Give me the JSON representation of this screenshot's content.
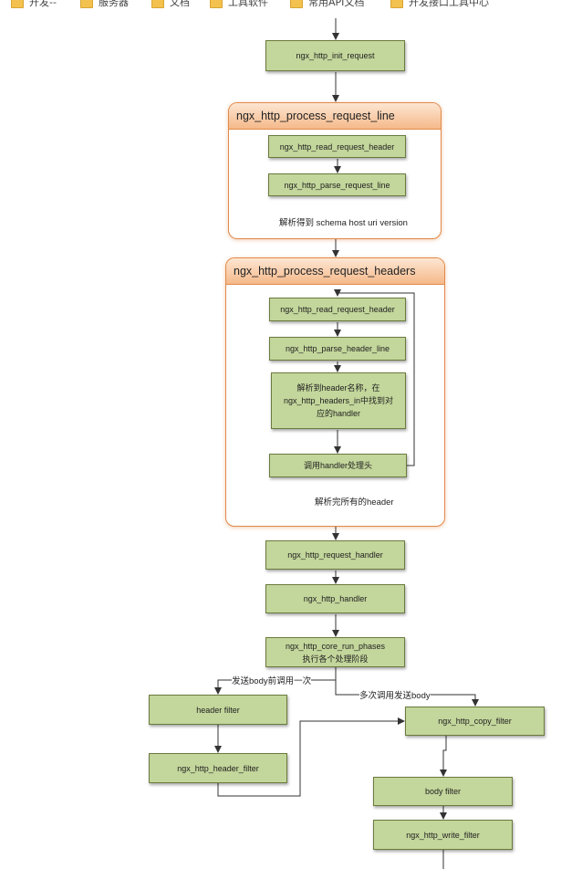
{
  "bookmarks": [
    "开发--",
    "服务器",
    "文档",
    "工具软件",
    "常用API文档",
    "开发接口工具中心"
  ],
  "nodes": {
    "init_request": "ngx_http_init_request",
    "read_request_header_1": "ngx_http_read_request_header",
    "parse_request_line": "ngx_http_parse_request_line",
    "read_request_header_2": "ngx_http_read_request_header",
    "parse_header_line": "ngx_http_parse_header_line",
    "find_handler": "解析到header名称，在\nngx_http_headers_in中找到对\n应的handler",
    "call_handler": "调用handler处理头",
    "request_handler": "ngx_http_request_handler",
    "http_handler": "ngx_http_handler",
    "core_run_phases": "ngx_http_core_run_phases\n执行各个处理阶段",
    "header_filter": "header filter",
    "http_header_filter": "ngx_http_header_filter",
    "copy_filter": "ngx_http_copy_filter",
    "body_filter": "body filter",
    "write_filter": "ngx_http_write_filter"
  },
  "groups": {
    "process_request_line": "ngx_http_process_request_line",
    "process_request_headers": "ngx_http_process_request_headers"
  },
  "notes": {
    "request_line_result": "解析得到 schema host uri version",
    "headers_done": "解析完所有的header",
    "send_body_once": "发送body前调用一次",
    "send_body_many": "多次调用发送body"
  }
}
